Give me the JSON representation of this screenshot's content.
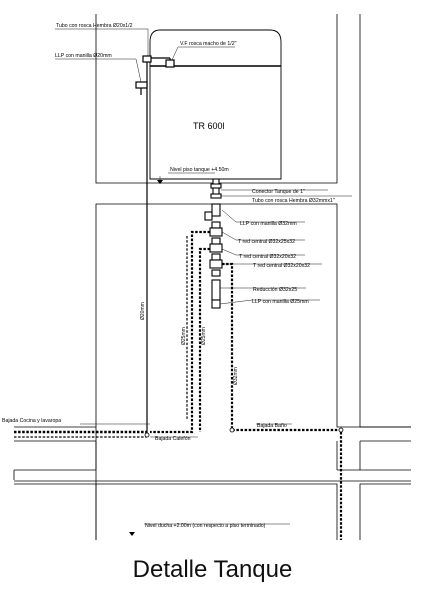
{
  "labels": {
    "tubo_rosca_top": "Tubo con rosca Hembra Ø20x1/2",
    "llp_manilla_20": "LLP con manilla Ø20mm",
    "rosca_macho": "V.F rosca macho de 1/2\"",
    "tank_name": "TR 600l",
    "nivel_piso_tanque": "Nivel piso tanque +4.50m",
    "conector_tanque": "Conector Tanque de 1\"",
    "tubo_rosca_32": "Tubo con rosca Hembra Ø32mmx1\"",
    "llp_manilla_32": "LLP con manilla Ø32mm",
    "t_red_1": "T red central Ø32x25x32",
    "t_red_2": "T red central Ø32x20x32",
    "t_red_3": "T red central Ø32x20x32",
    "reduccion": "Reducción Ø32x25",
    "llp_manilla_25": "LLP con manilla Ø25mm",
    "bajada_cocina": "Bajada Cocina y lavaropa",
    "bajada_calefon": "Bajada Calefón",
    "bajada_baño": "Bajada Baño",
    "nivel_ducha": "Nivel ducha +2.00m (con respecto a piso terminado)",
    "dim_a": "Ø20mm",
    "dim_b": "Ø25mm",
    "dim_c": "Ø25mm",
    "dim_d": "Ø32mm"
  },
  "title": "Detalle Tanque"
}
